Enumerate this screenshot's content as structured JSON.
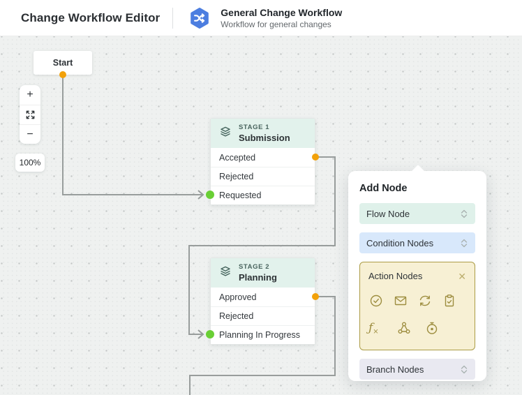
{
  "header": {
    "title": "Change Workflow Editor",
    "workflow_name": "General Change Workflow",
    "workflow_subtitle": "Workflow for general changes",
    "workflow_icon": "shuffle-hexagon-icon",
    "accent_blue": "#4c7ee0"
  },
  "canvas": {
    "start_node": {
      "label": "Start"
    },
    "zoom_controls": {
      "zoom_in_label": "+",
      "zoom_out_label": "−",
      "fit_icon": "fit-screen-icon",
      "zoom_level": "100%"
    },
    "stages": [
      {
        "badge": "STAGE 1",
        "name": "Submission",
        "icon": "layers-icon",
        "rows": [
          "Accepted",
          "Rejected",
          "Requested"
        ]
      },
      {
        "badge": "STAGE 2",
        "name": "Planning",
        "icon": "layers-icon",
        "rows": [
          "Approved",
          "Rejected",
          "Planning In Progress"
        ]
      }
    ],
    "colors": {
      "connector": "#989d9c",
      "out_port_orange": "#f2a10a",
      "in_port_green": "#69cf35",
      "stage_header_mint": "#e2f2ec"
    }
  },
  "add_node_panel": {
    "title": "Add Node",
    "groups": [
      {
        "label": "Flow Node",
        "state": "collapsed",
        "color": "#dff1ea"
      },
      {
        "label": "Condition Nodes",
        "state": "collapsed",
        "color": "#d8e8fb"
      },
      {
        "label": "Action Nodes",
        "state": "expanded",
        "color": "#f7f0d4",
        "icons": [
          "check-circle-icon",
          "mail-icon",
          "sync-icon",
          "clipboard-check-icon",
          "function-icon",
          "network-icon",
          "timer-icon"
        ]
      },
      {
        "label": "Branch Nodes",
        "state": "collapsed",
        "color": "#e9e9f1"
      }
    ]
  }
}
